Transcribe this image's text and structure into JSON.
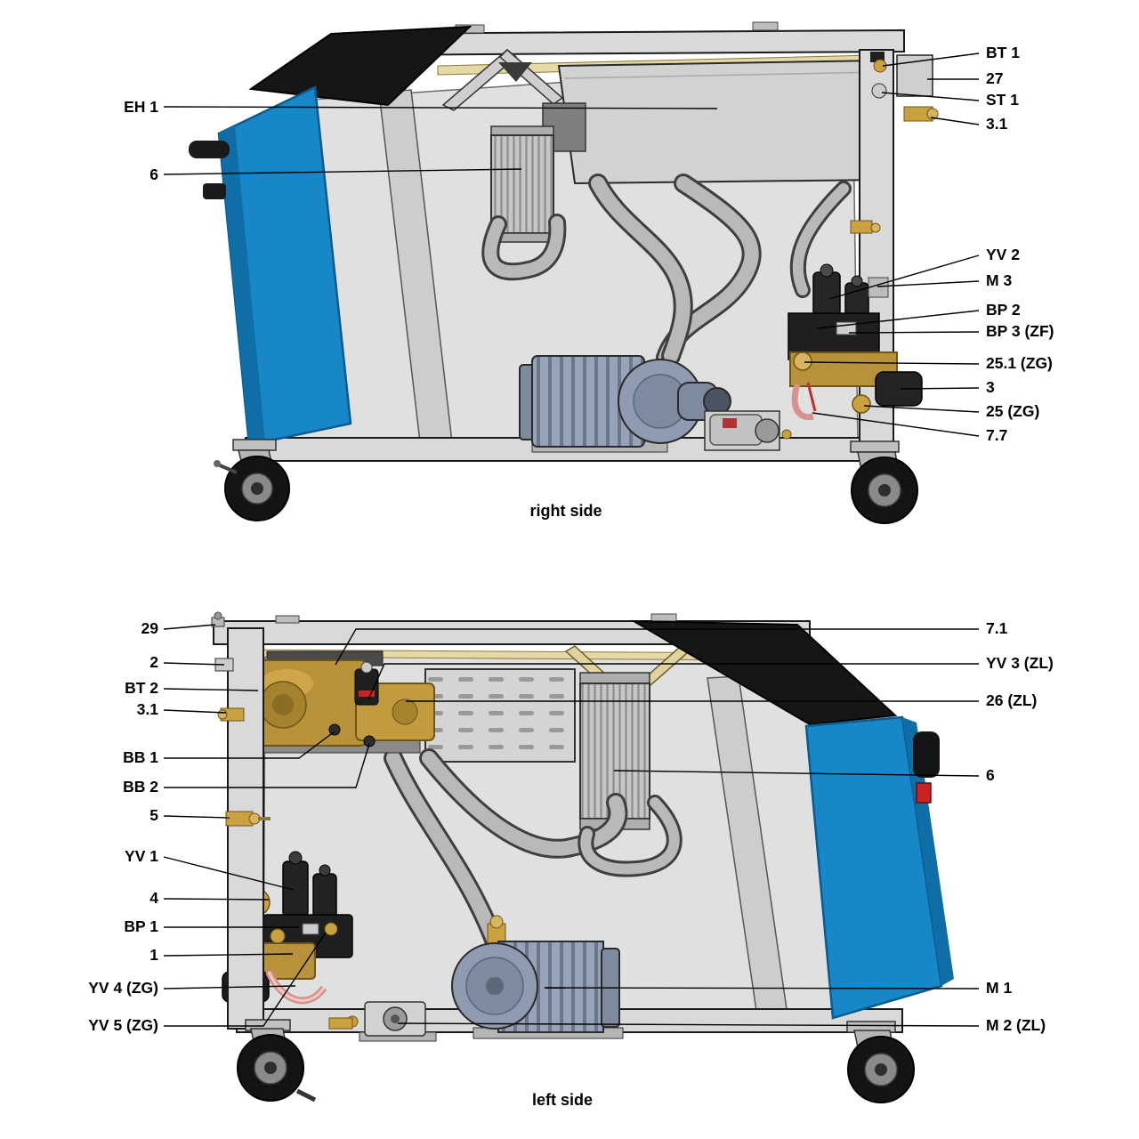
{
  "colors": {
    "panel_blue": "#1887C8",
    "panel_blue_dark": "#0F6EA6",
    "brass": "#B8923A",
    "frame_gray": "#D9D9D9"
  },
  "figure_top": {
    "caption": "right side",
    "labels": {
      "eh1": "EH 1",
      "n6": "6",
      "bt1": "BT 1",
      "n27": "27",
      "st1": "ST 1",
      "n3_1": "3.1",
      "yv2": "YV 2",
      "m3": "M 3",
      "bp2": "BP 2",
      "bp3_zf": "BP 3 (ZF)",
      "n25_1_zg": "25.1 (ZG)",
      "n3": "3",
      "n25_zg": "25 (ZG)",
      "n7_7": "7.7"
    }
  },
  "figure_bottom": {
    "caption": "left side",
    "labels": {
      "n29": "29",
      "n2": "2",
      "bt2": "BT 2",
      "n3_1": "3.1",
      "bb1": "BB 1",
      "bb2": "BB 2",
      "n5": "5",
      "yv1": "YV 1",
      "n4": "4",
      "bp1": "BP 1",
      "n1": "1",
      "yv4_zg": "YV 4 (ZG)",
      "yv5_zg": "YV 5 (ZG)",
      "n7_1": "7.1",
      "yv3_zl": "YV 3 (ZL)",
      "n26_zl": "26 (ZL)",
      "n6": "6",
      "m1": "M 1",
      "m2_zl": "M 2 (ZL)"
    }
  }
}
